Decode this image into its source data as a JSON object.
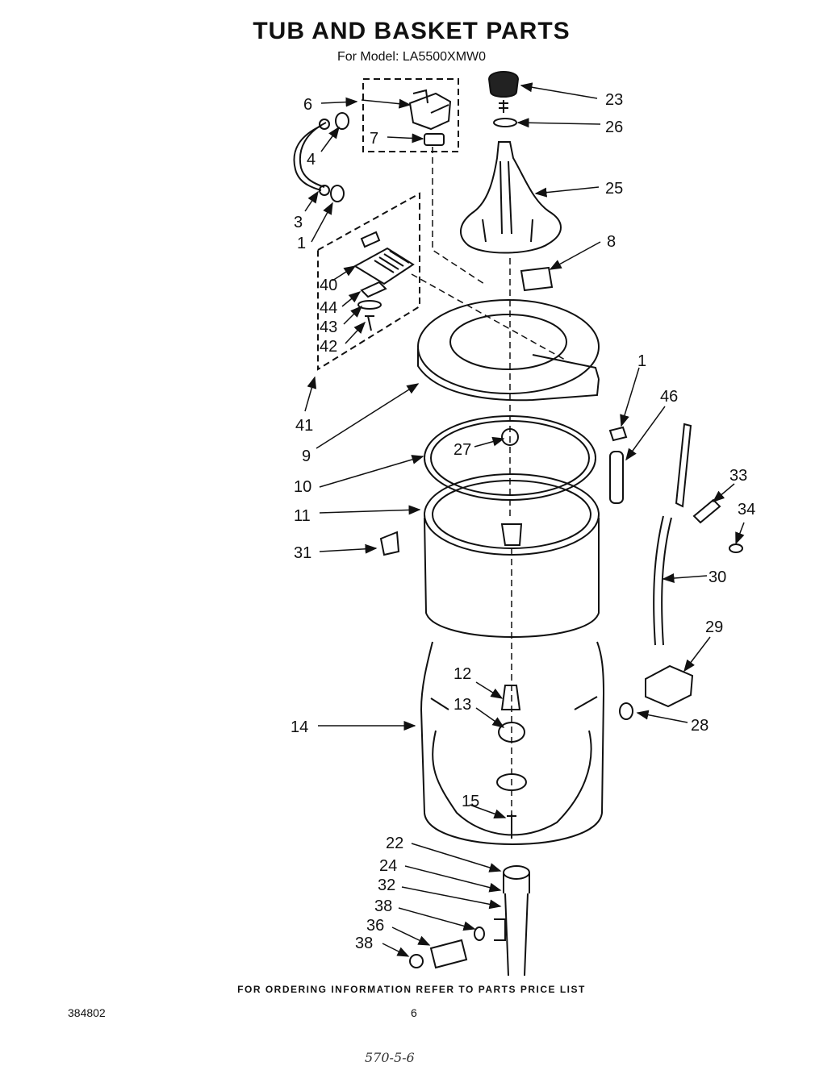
{
  "header": {
    "title": "TUB AND BASKET PARTS",
    "subtitle": "For Model: LA5500XMW0"
  },
  "labels": {
    "p1a": "1",
    "p1b": "1",
    "p3": "3",
    "p4": "4",
    "p6": "6",
    "p7": "7",
    "p8": "8",
    "p9": "9",
    "p10": "10",
    "p11": "11",
    "p12": "12",
    "p13": "13",
    "p14": "14",
    "p15": "15",
    "p22": "22",
    "p23": "23",
    "p24": "24",
    "p25": "25",
    "p26": "26",
    "p27": "27",
    "p28": "28",
    "p29": "29",
    "p30": "30",
    "p31": "31",
    "p32": "32",
    "p33": "33",
    "p34": "34",
    "p36": "36",
    "p38a": "38",
    "p38b": "38",
    "p40": "40",
    "p41": "41",
    "p42": "42",
    "p43": "43",
    "p44": "44",
    "p46": "46"
  },
  "footer": {
    "note": "FOR ORDERING INFORMATION REFER TO PARTS PRICE LIST",
    "doc_number": "384802",
    "page_number": "6",
    "handwritten": "570-5-6"
  }
}
